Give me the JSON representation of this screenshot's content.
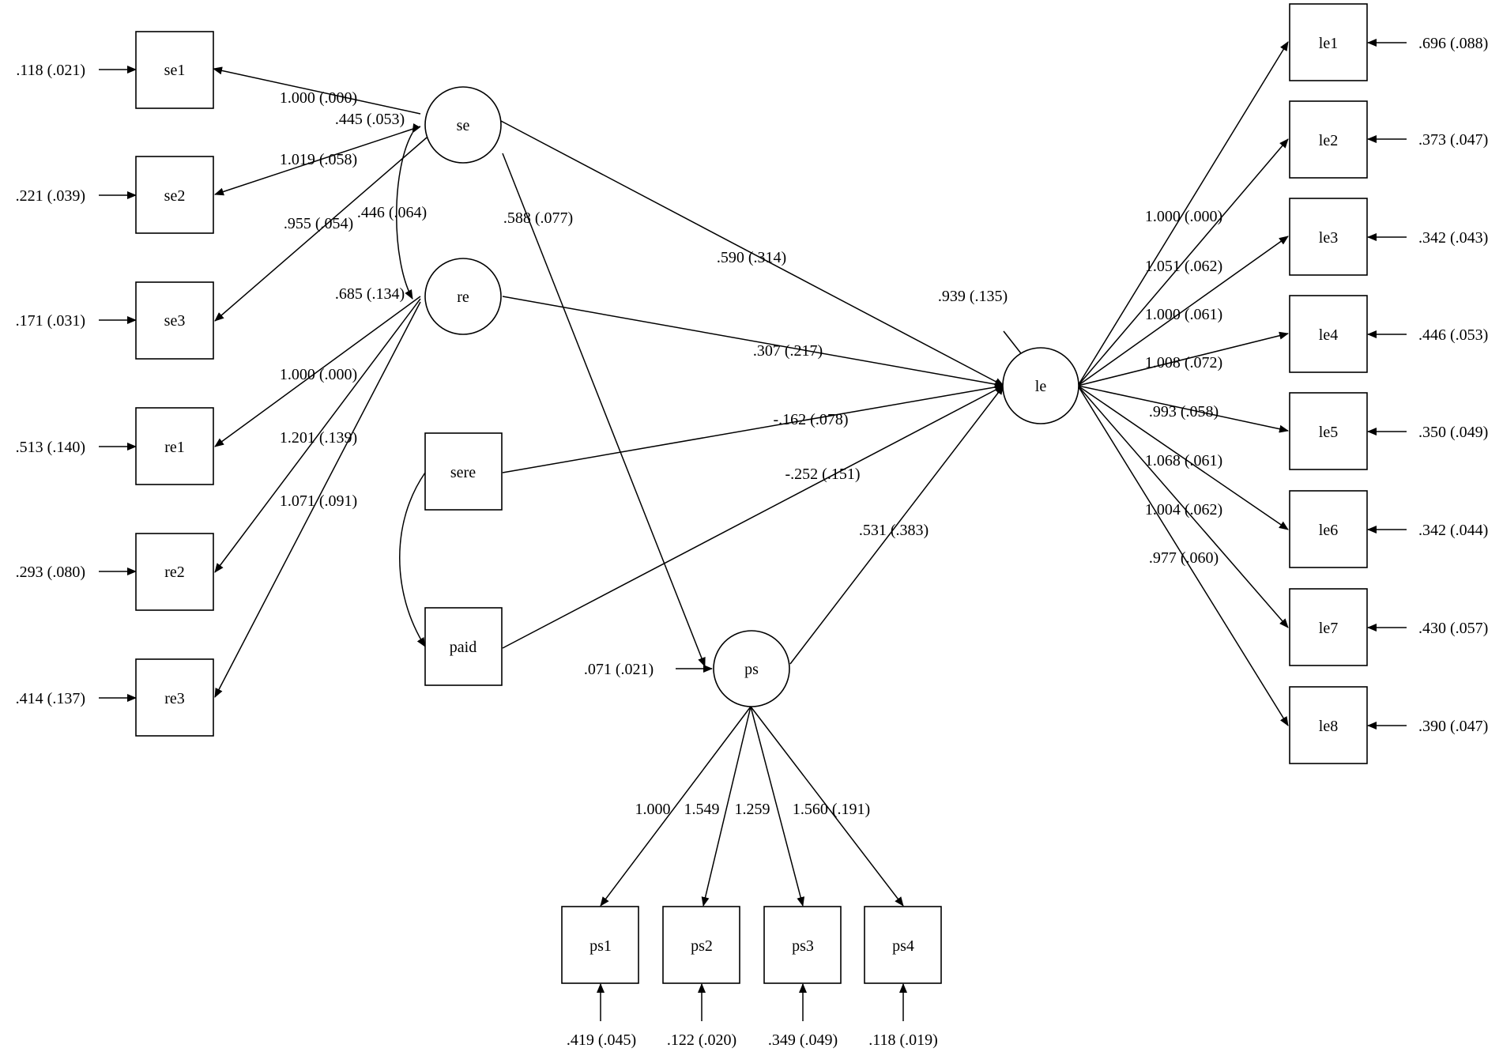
{
  "nodes": {
    "se1": "se1",
    "se2": "se2",
    "se3": "se3",
    "re1": "re1",
    "re2": "re2",
    "re3": "re3",
    "se": "se",
    "re": "re",
    "sere": "sere",
    "paid": "paid",
    "ps": "ps",
    "le": "le",
    "le1": "le1",
    "le2": "le2",
    "le3": "le3",
    "le4": "le4",
    "le5": "le5",
    "le6": "le6",
    "le7": "le7",
    "le8": "le8",
    "ps1": "ps1",
    "ps2": "ps2",
    "ps3": "ps3",
    "ps4": "ps4"
  },
  "errors": {
    "se1": ".118 (.021)",
    "se2": ".221 (.039)",
    "se3": ".171 (.031)",
    "re1": ".513 (.140)",
    "re2": ".293 (.080)",
    "re3": ".414 (.137)",
    "le1": ".696 (.088)",
    "le2": ".373 (.047)",
    "le3": ".342 (.043)",
    "le4": ".446 (.053)",
    "le5": ".350 (.049)",
    "le6": ".342 (.044)",
    "le7": ".430 (.057)",
    "le8": ".390 (.047)",
    "ps1": ".419 (.045)",
    "ps2": ".122 (.020)",
    "ps3": ".349 (.049)",
    "ps4": ".118 (.019)",
    "le": ".939 (.135)",
    "ps": ".071 (.021)"
  },
  "loadings": {
    "se_se1": "1.000 (.000)",
    "se_se2": "1.019 (.058)",
    "se_se3": ".955 (.054)",
    "re_re1": "1.000 (.000)",
    "re_re2": "1.201 (.139)",
    "re_re3": "1.071 (.091)",
    "le_le1": "1.000 (.000)",
    "le_le2": "1.051 (.062)",
    "le_le3": "1.000 (.061)",
    "le_le4": "1.008 (.072)",
    "le_le5": ".993 (.058)",
    "le_le6": "1.068 (.061)",
    "le_le7": "1.004 (.062)",
    "le_le8": ".977 (.060)",
    "ps_ps1": "1.000",
    "ps_ps2": "1.549",
    "ps_ps3": "1.259",
    "ps_ps4": "1.560 (.191)"
  },
  "paths": {
    "se_var": ".445 (.053)",
    "se_re_cov": ".446 (.064)",
    "re_var": ".685 (.134)",
    "se_le": ".590 (.314)",
    "se_ps": ".588 (.077)",
    "re_le": ".307 (.217)",
    "sere_le": "-.162 (.078)",
    "paid_le": "-.252 (.151)",
    "ps_le": ".531 (.383)"
  }
}
